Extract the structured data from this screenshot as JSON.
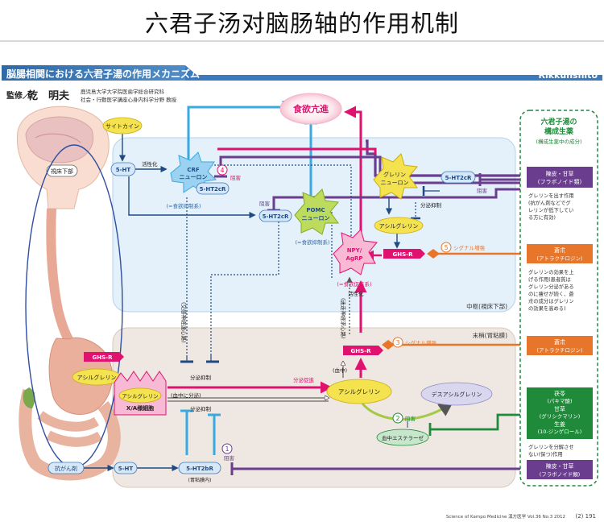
{
  "page_title": "六君子汤对脑肠轴的作用机制",
  "header": {
    "title": "脳腸相関における六君子湯の作用メカニズム",
    "brand": "Rikkunshito"
  },
  "supervisor": {
    "label": "監修／",
    "name": "乾　明夫",
    "affil1": "鹿児島大学大学院医歯学総合研究科",
    "affil2": "社会・行動医学講座心身内科学分野 教授"
  },
  "regions": {
    "central": "中枢(視床下部)",
    "peripheral": "末梢(胃粘膜)",
    "hypothalamus": "視床下部"
  },
  "nodes": {
    "appetite": "食欲亢進",
    "cytokine": "サイトカイン",
    "ht_left": "5-HT",
    "crf_1": "CRF",
    "crf_2": "ニューロン",
    "ht2cr_crf": "5-HT2cR",
    "crf_note": "(=食欲抑制系)",
    "pomc_1": "POMC",
    "pomc_2": "ニューロン",
    "pomc_note": "(=食欲抑制系)",
    "ht2cr_pomc": "5-HT2cR",
    "npy_1": "NPY/",
    "npy_2": "AgRP",
    "npy_note": "(=食欲促進系)",
    "ghrelin_1": "グレリン",
    "ghrelin_2": "ニューロン",
    "ht2cr_ghrelin": "5-HT2cR",
    "acyl_central": "アシルグレリン",
    "ghsr_central": "GHS-R",
    "ghsr_peri": "GHS-R",
    "ghsr_stomach": "GHS-R",
    "acyl_stomach": "アシルグレリン",
    "acyl_xa_1": "アシルグレリン",
    "acyl_xa_2": "X/A様細胞",
    "acyl_peri": "アシルグレリン",
    "desacyl": "デスアシルグレリン",
    "esterase": "血中エステラーゼ",
    "anticancer": "抗がん剤",
    "ht_bottom": "5-HT",
    "ht2br": "5-HT2bR",
    "ht2br_note": "(胃粘膜内)"
  },
  "labels": {
    "activation": "活性化",
    "activation2": "活性化",
    "inhibit_4": "阻害",
    "inhibit_pomc": "阻害",
    "inhibit_ghrelin": "阻害",
    "inhibit_2": "阻害",
    "inhibit_1": "阻害",
    "secretion_inhibit_ghrelin": "分泌抑制",
    "signal_5": "シグナル増強",
    "signal_3": "シグナル増強",
    "vagal_afferent": "(交感神経遠心路)",
    "vagal_efferent": "(迷走神経求心路)",
    "secretion_inhibit_a": "分泌抑制",
    "secretion_inhibit_b": "分泌抑制",
    "secretion_promote": "分泌促進",
    "blood_secretion": "(血中に分泌)",
    "in_blood": "(血中)"
  },
  "step_numbers": {
    "n1": "1",
    "n2": "2",
    "n3": "3",
    "n4": "4",
    "n5": "5"
  },
  "herbs": {
    "title_1": "六君子湯の",
    "title_2": "構成生薬",
    "subtitle": "(構成生薬中の成分)",
    "box1_1": "陳皮・甘草",
    "box1_2": "(フラボノイド類)",
    "desc1_1": "グレリンを出す作用",
    "desc1_2": "(抗がん剤などでグ",
    "desc1_3": "レリンが低下してい",
    "desc1_4": "る方に有効)",
    "box2_1": "蒼朮",
    "box2_2": "(アトラクチロジン)",
    "desc2_1": "グレリンの効果を上",
    "desc2_2": "げる作用(患者質は",
    "desc2_3": "グレリン分泌がある",
    "desc2_4": "のに痩せが続く、蒼",
    "desc2_5": "朮の成分はグレリン",
    "desc2_6": "の効果を高める)",
    "box3_1": "蒼朮",
    "box3_2": "(アトラクチロジン)",
    "box4_1": "茯苓",
    "box4_2": "(パキマ酸)",
    "box4_3": "甘草",
    "box4_4": "(グリシクマリン)",
    "box4_5": "生姜",
    "box4_6": "(10-ジンゲロール)",
    "desc4_1": "グレリンを分解させ",
    "desc4_2": "ない(保つ)作用",
    "box5_1": "陳皮・甘草",
    "box5_2": "(フラボノイド類)"
  },
  "footer": {
    "journal": "Science of Kampo Medicine 漢方医学 Vol.36 No.3 2012",
    "page": "(2) 191"
  },
  "colors": {
    "header_blue": "#2d6aa8",
    "magenta": "#e0126f",
    "cyan": "#3aa9df",
    "purple": "#6a3d8f",
    "orange": "#e8762a",
    "green": "#1f8a3a",
    "navy": "#1f4b82"
  }
}
